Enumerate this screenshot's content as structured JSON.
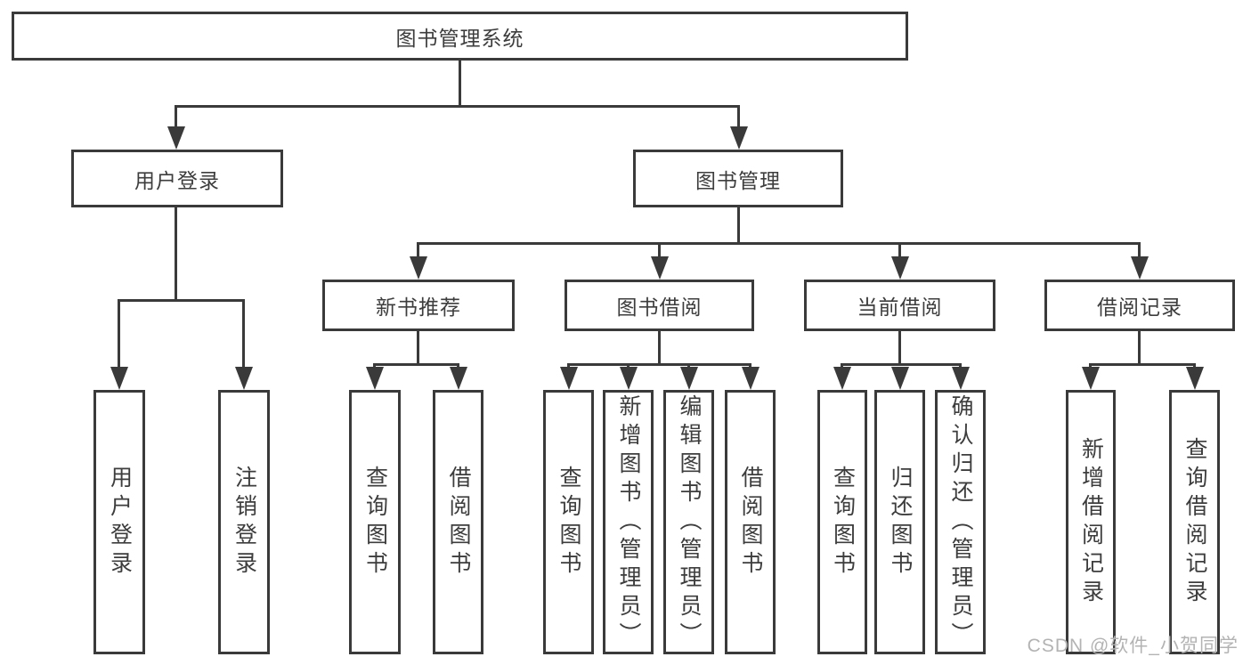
{
  "tree": {
    "root": {
      "label": "图书管理系统"
    },
    "level2": [
      {
        "label": "用户登录",
        "children": [
          {
            "label": "用户登录"
          },
          {
            "label": "注销登录"
          }
        ]
      },
      {
        "label": "图书管理",
        "children": [
          {
            "label": "新书推荐",
            "children": [
              {
                "label": "查询图书"
              },
              {
                "label": "借阅图书"
              }
            ]
          },
          {
            "label": "图书借阅",
            "children": [
              {
                "label": "查询图书"
              },
              {
                "label": "新增图书（管理员）"
              },
              {
                "label": "编辑图书（管理员）"
              },
              {
                "label": "借阅图书"
              }
            ]
          },
          {
            "label": "当前借阅",
            "children": [
              {
                "label": "查询图书"
              },
              {
                "label": "归还图书"
              },
              {
                "label": "确认归还（管理员）"
              }
            ]
          },
          {
            "label": "借阅记录",
            "children": [
              {
                "label": "新增借阅记录"
              },
              {
                "label": "查询借阅记录"
              }
            ]
          }
        ]
      }
    ]
  },
  "watermark": "CSDN @软件_小贺同学"
}
